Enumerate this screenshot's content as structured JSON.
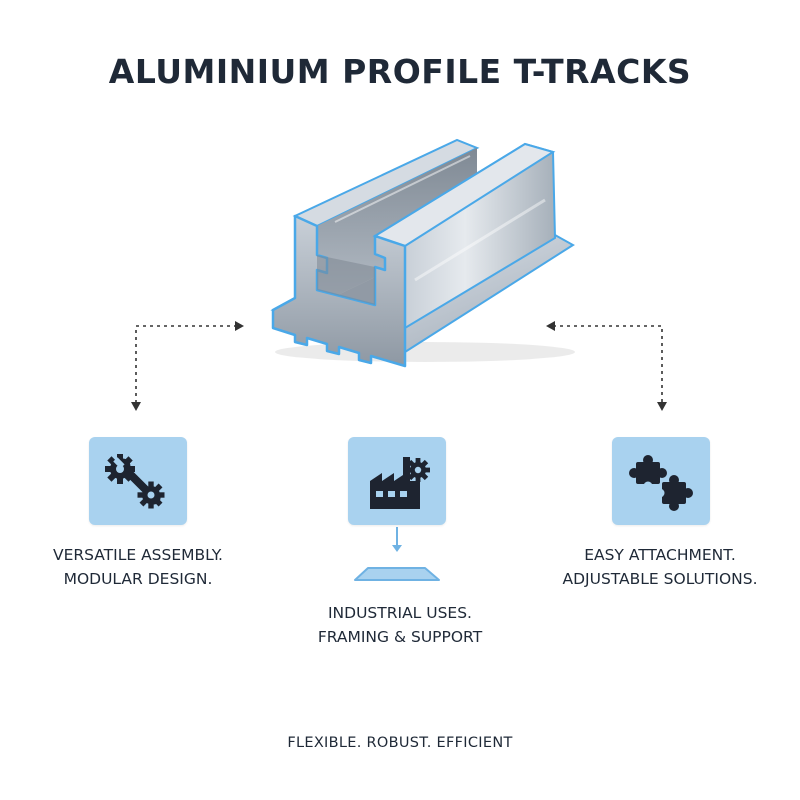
{
  "title": "ALUMINIUM PROFILE T-TRACKS",
  "hero": {
    "icon": "aluminium-t-track-profile",
    "accent_color": "#4aa8e8"
  },
  "features": [
    {
      "icon": "gear-wrench-icon",
      "lines": [
        "VERSATILE ASSEMBLY.",
        "MODULAR DESIGN."
      ]
    },
    {
      "icon": "factory-gear-icon",
      "lines": [
        "INDUSTRIAL USES.",
        "FRAMING & SUPPORT"
      ]
    },
    {
      "icon": "puzzle-pieces-icon",
      "lines": [
        "EASY ATTACHMENT.",
        "ADJUSTABLE SOLUTIONS."
      ]
    }
  ],
  "tagline": "FLEXIBLE. ROBUST. EFFICIENT",
  "colors": {
    "tile_background": "#a9d2ef",
    "icon_dark": "#1e2430",
    "text": "#1f2937",
    "connector": "#333333",
    "accent_blue": "#6fb2e3"
  }
}
